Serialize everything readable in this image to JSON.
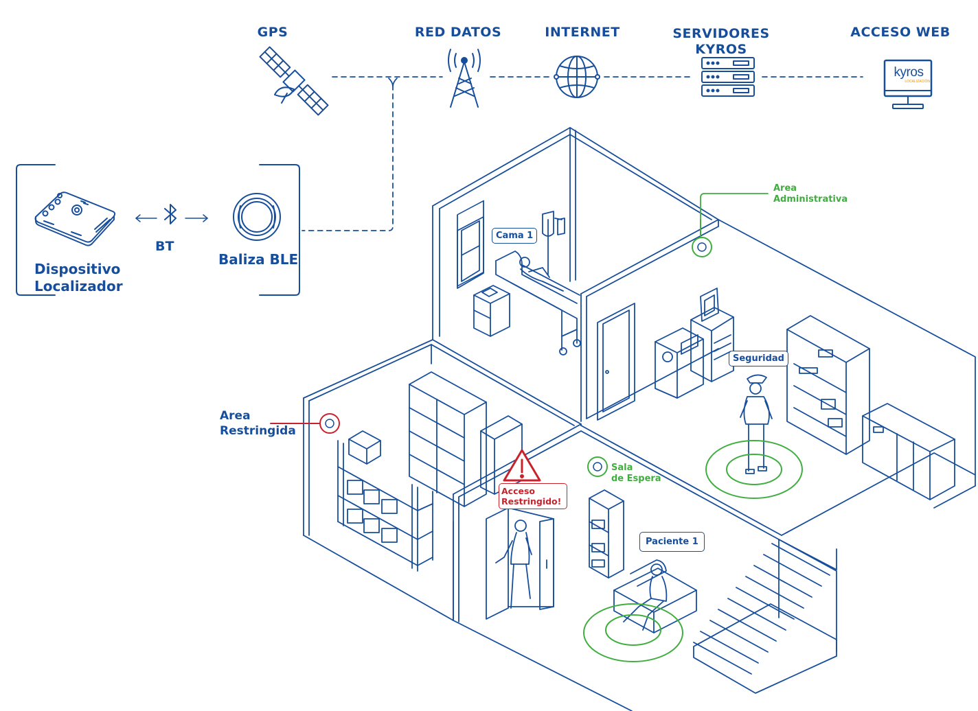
{
  "header": {
    "gps": "GPS",
    "red_datos": "RED DATOS",
    "internet": "INTERNET",
    "servidores_line1": "SERVIDORES",
    "servidores_line2": "KYROS",
    "acceso_web": "ACCESO WEB"
  },
  "monitor_logo": {
    "brand": "kyros",
    "sub": "LOCALIZACIÓN"
  },
  "left_panel": {
    "device_line1": "Dispositivo",
    "device_line2": "Localizador",
    "bt": "BT",
    "beacon": "Baliza BLE"
  },
  "zones": {
    "restricted_line1": "Area",
    "restricted_line2": "Restringida",
    "admin_line1": "Area",
    "admin_line2": "Administrativa",
    "waiting_line1": "Sala",
    "waiting_line2": "de Espera",
    "alert_line1": "Acceso",
    "alert_line2": "Restringido!"
  },
  "tags": {
    "cama": "Cama 1",
    "seguridad": "Seguridad",
    "paciente": "Paciente 1"
  },
  "colors": {
    "primary": "#174e9c",
    "green": "#3fae3f",
    "red": "#c8232c",
    "orange": "#f39200"
  }
}
